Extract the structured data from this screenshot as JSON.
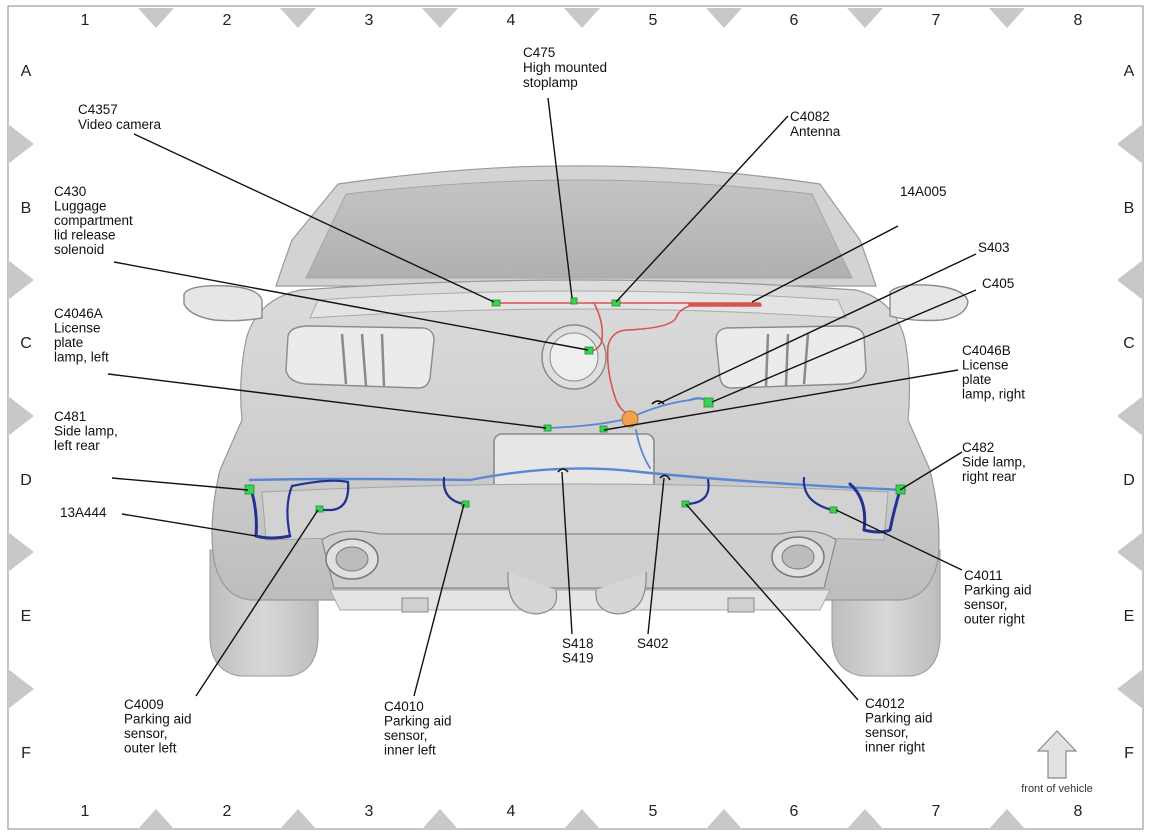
{
  "grid": {
    "columns": [
      "1",
      "2",
      "3",
      "4",
      "5",
      "6",
      "7",
      "8"
    ],
    "rows": [
      "A",
      "B",
      "C",
      "D",
      "E",
      "F"
    ]
  },
  "callouts": {
    "c475": [
      "C475",
      "High mounted",
      "stoplamp"
    ],
    "c4357": [
      "C4357",
      "Video camera"
    ],
    "c4082": [
      "C4082",
      "Antenna"
    ],
    "c430": [
      "C430",
      "Luggage",
      "compartment",
      "lid release",
      "solenoid"
    ],
    "a14a005": [
      "14A005"
    ],
    "s403": [
      "S403"
    ],
    "c405": [
      "C405"
    ],
    "c4046a": [
      "C4046A",
      "License",
      "plate",
      "lamp, left"
    ],
    "c4046b": [
      "C4046B",
      "License",
      "plate",
      "lamp, right"
    ],
    "c481": [
      "C481",
      "Side lamp,",
      "left rear"
    ],
    "c482": [
      "C482",
      "Side lamp,",
      "right rear"
    ],
    "a13a444": [
      "13A444"
    ],
    "c4011": [
      "C4011",
      "Parking aid",
      "sensor,",
      "outer right"
    ],
    "s418": [
      "S418",
      "S419"
    ],
    "s402": [
      "S402"
    ],
    "c4009": [
      "C4009",
      "Parking aid",
      "sensor,",
      "outer left"
    ],
    "c4010": [
      "C4010",
      "Parking aid",
      "sensor,",
      "inner left"
    ],
    "c4012": [
      "C4012",
      "Parking aid",
      "sensor,",
      "inner right"
    ]
  },
  "front_label": "front of vehicle",
  "colors": {
    "red_harness": "#d9534f",
    "blue_harness": "#4a72c8",
    "dark_blue_harness": "#23318f",
    "connector": "#39d353",
    "splice": "#f0a050"
  }
}
